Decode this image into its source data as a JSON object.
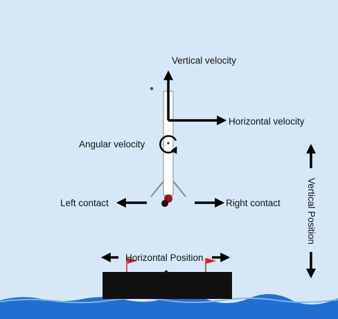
{
  "labels": {
    "vertical_velocity": "Vertical velocity",
    "horizontal_velocity": "Horizontal velocity",
    "angular_velocity": "Angular velocity",
    "left_contact": "Left contact",
    "right_contact": "Right contact",
    "horizontal_position": "Horizontal Position",
    "vertical_position": "Vertical Position"
  },
  "colors": {
    "sky": "#d6e8f7",
    "sea": "#1f6fd1",
    "sea_foam": "#7fb4ee",
    "barge": "#111111",
    "rocket_body": "#ffffff",
    "rocket_outline": "#8a8a8a",
    "engine": "#8b1a1a",
    "flag": "#d42020",
    "arrow": "#000000"
  }
}
